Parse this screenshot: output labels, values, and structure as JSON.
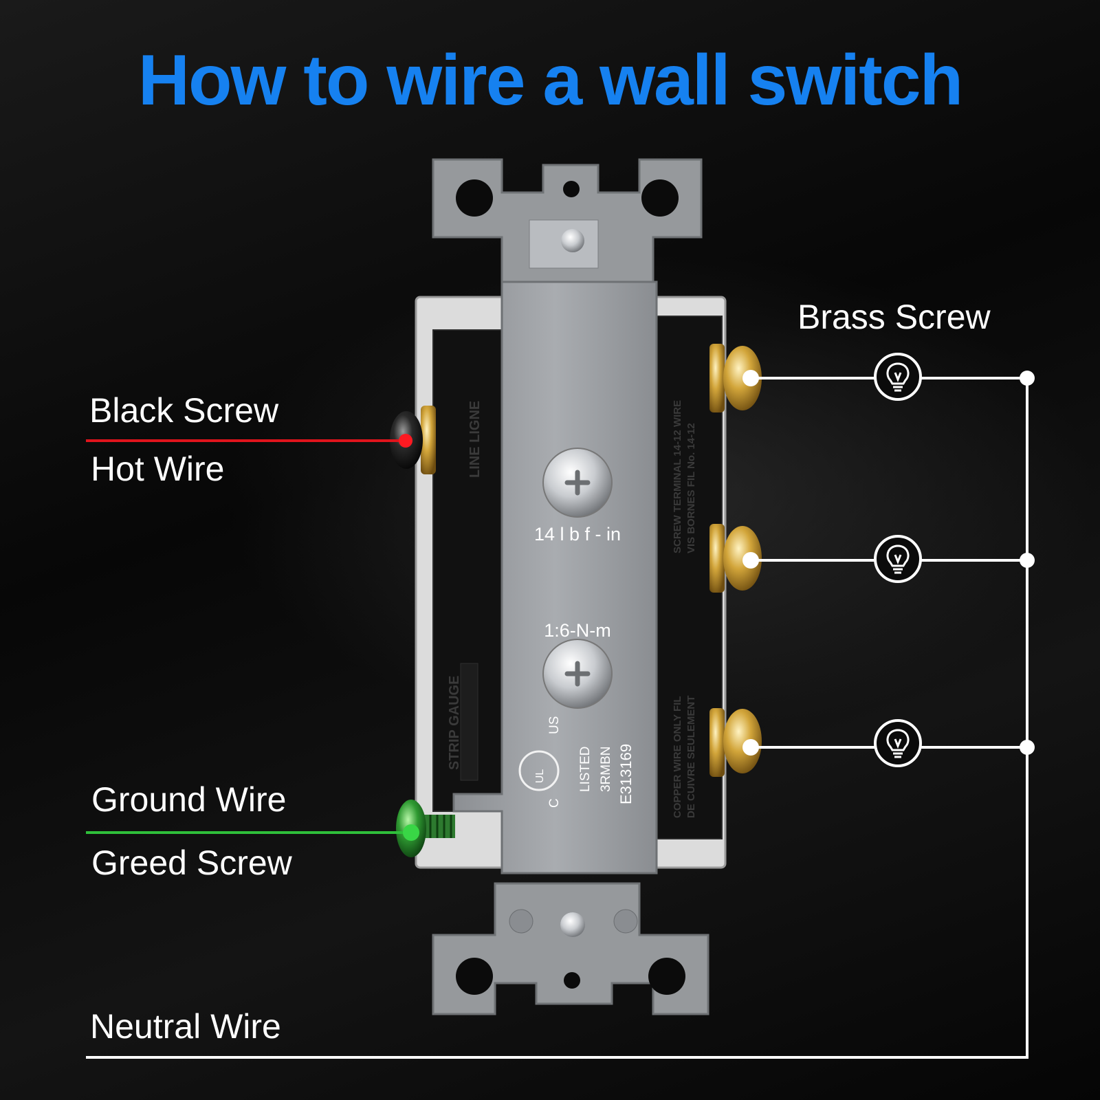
{
  "title": "How to wire a wall switch",
  "labels": {
    "black_screw": "Black Screw",
    "hot_wire": "Hot Wire",
    "ground_wire": "Ground Wire",
    "greed_screw": "Greed Screw",
    "neutral_wire": "Neutral Wire",
    "brass_screw": "Brass Screw"
  },
  "embossed": {
    "torque_imperial": "14 l b f - in",
    "torque_metric": "1:6-N-m",
    "line": "LINE LIGNE",
    "strip_gauge": "STRIP GAUGE",
    "terminal_1": "SCREW TERMINAL 14-12 WIRE",
    "terminal_2": "VIS BORNES FIL  No. 14-12",
    "copper_1": "COPPER WIRE ONLY FIL",
    "copper_2": "DE CUIVRE SEULEMENT",
    "ul_us": "US",
    "ul_c": "C",
    "ul_logo": "UL",
    "listed": "LISTED",
    "code": "3RMBN",
    "file_no": "E313169"
  },
  "colors": {
    "title": "#1681f0",
    "hot_line": "#e0141c",
    "ground_line": "#2fbf3a",
    "neutral_line": "#ffffff"
  },
  "icons": [
    "lightbulb-icon",
    "lightbulb-icon",
    "lightbulb-icon"
  ]
}
